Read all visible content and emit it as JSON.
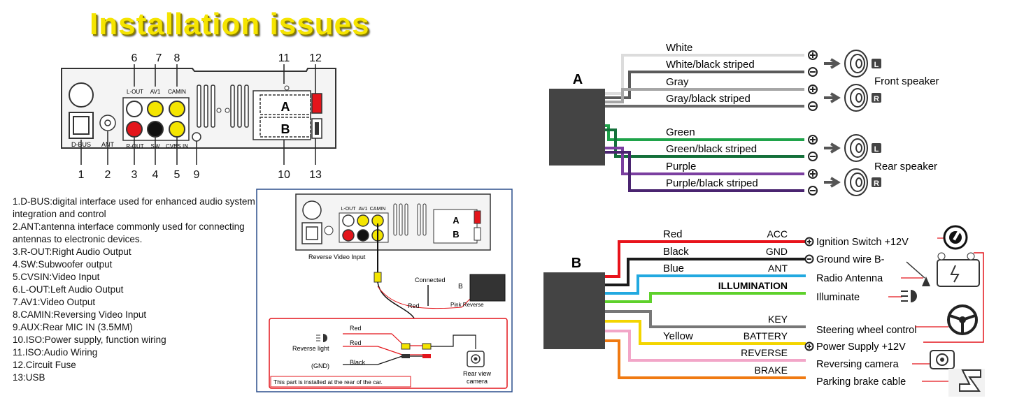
{
  "title": "Installation issues",
  "panel": {
    "port_labels": {
      "l_out": "L-OUT",
      "av1": "AV1",
      "camin": "CAMIN",
      "r_out": "R-OUT",
      "sw": "SW",
      "cvbsin": "CVBS IN",
      "dbus": "D-BUS",
      "ant": "ANT",
      "a": "A",
      "b": "B"
    },
    "callouts": [
      "1",
      "2",
      "3",
      "4",
      "5",
      "6",
      "7",
      "8",
      "9",
      "10",
      "11",
      "12",
      "13"
    ]
  },
  "legend": [
    "1.D-BUS:digital interface used for enhanced audio system",
    "integration and control",
    "2.ANT:antenna interface commonly used for connecting",
    "antennas to electronic devices.",
    "3.R-OUT:Right Audio Output",
    "4.SW:Subwoofer output",
    "5.CVSIN:Video Input",
    "6.L-OUT:Left Audio Output",
    "7.AV1:Video Output",
    "8.CAMIN:Reversing Video Input",
    "9.AUX:Rear MIC IN (3.5MM)",
    "10.ISO:Power supply, function wiring",
    "11.ISO:Audio Wiring",
    "12.Circuit Fuse",
    "13:USB"
  ],
  "camera_diagram": {
    "port_labels": {
      "l_out": "L-OUT",
      "av1": "AV1",
      "camin": "CAMIN",
      "a": "A",
      "b": "B"
    },
    "reverse_video_input": "Reverse Video Input",
    "connected": "Connected",
    "b_label": "B",
    "red": "Red",
    "pink_reverse": "Pink Reverse",
    "red_upper": "Red",
    "red_lower": "Red",
    "black": "Black",
    "reverse_light": "Reverse light",
    "gnd": "(GND)",
    "rear_view_camera_1": "Rear view",
    "rear_view_camera_2": "camera",
    "rear_note": "This part is installed at the rear of the car."
  },
  "harness_a": {
    "label": "A",
    "wires": [
      {
        "name": "White",
        "color": "#dcdcdc",
        "sign": "+"
      },
      {
        "name": "White/black striped",
        "color": "#5a5a5a",
        "sign": "-"
      },
      {
        "name": "Gray",
        "color": "#a6a6a6",
        "sign": "+"
      },
      {
        "name": "Gray/black striped",
        "color": "#6a6a6a",
        "sign": "-"
      },
      {
        "name": "Green",
        "color": "#1fa34a",
        "sign": "+"
      },
      {
        "name": "Green/black striped",
        "color": "#14703a",
        "sign": "-"
      },
      {
        "name": "Purple",
        "color": "#7b3fa0",
        "sign": "+"
      },
      {
        "name": "Purple/black striped",
        "color": "#4a2470",
        "sign": "-"
      }
    ],
    "front_speaker": "Front speaker",
    "rear_speaker": "Rear speaker",
    "badge_l": "L",
    "badge_r": "R"
  },
  "harness_b": {
    "label": "B",
    "wires": [
      {
        "name": "Red",
        "func": "ACC",
        "color": "#e8131b"
      },
      {
        "name": "Black",
        "func": "GND",
        "color": "#1a1a1a"
      },
      {
        "name": "Blue",
        "func": "ANT",
        "color": "#22a9e0"
      },
      {
        "name": "",
        "func": "ILLUMINATION",
        "color": "#5ed12b"
      },
      {
        "name": "",
        "func": "KEY",
        "color": "#777777"
      },
      {
        "name": "Yellow",
        "func": "BATTERY",
        "color": "#f3d500"
      },
      {
        "name": "",
        "func": "REVERSE",
        "color": "#f2a6c8"
      },
      {
        "name": "",
        "func": "BRAKE",
        "color": "#f07a12"
      }
    ],
    "destinations": [
      "Ignition Switch +12V",
      "Ground wire B-",
      "Radio Antenna",
      "Illuminate",
      "Steering wheel control",
      "Power Supply +12V",
      "Reversing camera",
      "Parking brake cable"
    ]
  }
}
